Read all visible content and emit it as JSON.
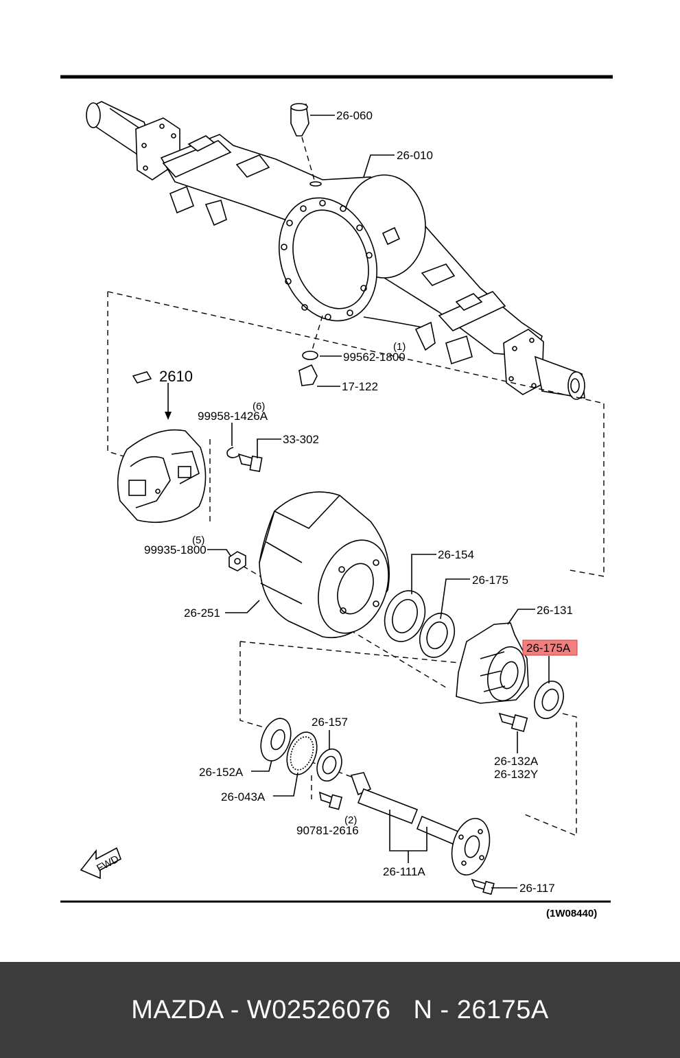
{
  "diagram": {
    "labels": {
      "p26_060": "26-060",
      "p26_010": "26-010",
      "p99562": "99562-1800",
      "q1": "(1)",
      "p17_122": "17-122",
      "p2610": "2610",
      "p99958": "99958-1426A",
      "q6": "(6)",
      "p33_302": "33-302",
      "p99935": "99935-1800",
      "q5": "(5)",
      "p26_154": "26-154",
      "p26_175": "26-175",
      "p26_251": "26-251",
      "p26_131": "26-131",
      "p26_175A": "26-175A",
      "p26_157": "26-157",
      "p26_152A": "26-152A",
      "p26_043A": "26-043A",
      "p26_132A": "26-132A",
      "p26_132Y": "26-132Y",
      "p90781": "90781-2616",
      "q2": "(2)",
      "p26_111A": "26-111A",
      "p26_117": "26-117",
      "fwd": "FWD",
      "drawing_code": "(1W08440)"
    },
    "highlight_color": "#f08080"
  },
  "footer": {
    "text": "MAZDA - W02526076   N - 26175A"
  }
}
